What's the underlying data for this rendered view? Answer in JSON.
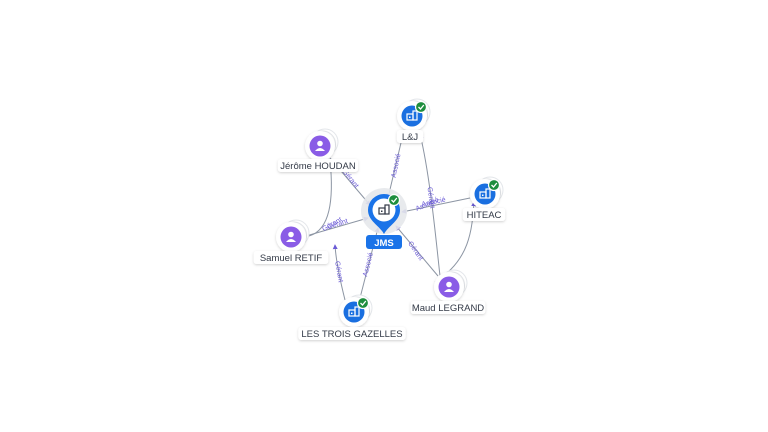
{
  "colors": {
    "company": "#1a6fe0",
    "person": "#8a5ce6",
    "check": "#1e8e3e",
    "edge": "#8c95a3",
    "edge_label": "#6b5bd6",
    "center_tag": "#1a73e8"
  },
  "center": {
    "name": "JMS",
    "type": "company",
    "icon": "building-icon",
    "verified": true
  },
  "nodes": [
    {
      "id": "lj",
      "name": "L&J",
      "type": "company",
      "icon": "building-icon",
      "verified": true
    },
    {
      "id": "jerome",
      "name": "Jérôme HOUDAN",
      "type": "person",
      "icon": "person-icon",
      "verified": false
    },
    {
      "id": "hiteac",
      "name": "HITEAC",
      "type": "company",
      "icon": "building-icon",
      "verified": true
    },
    {
      "id": "samuel",
      "name": "Samuel RETIF",
      "type": "person",
      "icon": "person-icon",
      "verified": false
    },
    {
      "id": "maud",
      "name": "Maud LEGRAND",
      "type": "person",
      "icon": "person-icon",
      "verified": false
    },
    {
      "id": "trois",
      "name": "LES TROIS GAZELLES",
      "type": "company",
      "icon": "building-icon",
      "verified": true
    }
  ],
  "edges": [
    {
      "from": "lj",
      "to": "center",
      "label": "Associé"
    },
    {
      "from": "jerome",
      "to": "center",
      "label": "Gérant"
    },
    {
      "from": "hiteac",
      "to": "center",
      "label": "Associé"
    },
    {
      "from": "samuel",
      "to": "center",
      "label": "Gérant"
    },
    {
      "from": "maud",
      "to": "center",
      "label": "Gérant"
    },
    {
      "from": "trois",
      "to": "center",
      "label": "Associé"
    },
    {
      "from": "maud",
      "to": "lj",
      "label": "Gérant"
    },
    {
      "from": "samuel",
      "to": "jerome",
      "label": "Gérant"
    },
    {
      "from": "trois",
      "to": "samuel",
      "label": "Gérant"
    },
    {
      "from": "maud",
      "to": "hiteac",
      "label": "Associé"
    }
  ]
}
